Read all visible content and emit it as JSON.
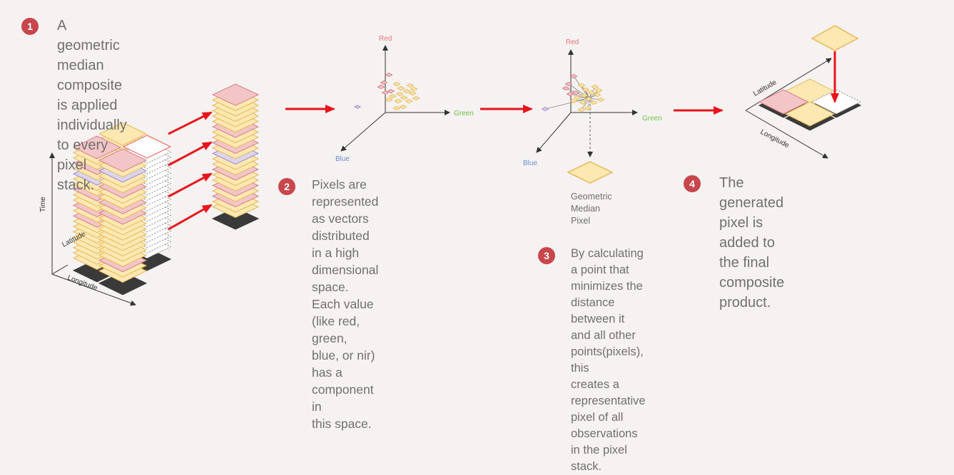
{
  "steps": [
    {
      "number": "1",
      "text": "A geometric median composite\nis applied individually to every\npixel stack."
    },
    {
      "number": "2",
      "text": "Pixels are represented as vectors\ndistributed in a high dimensional\nspace. Each value (like red, green,\nblue, or nir) has a component in\nthis space."
    },
    {
      "number": "3",
      "text": "By calculating a point that minimizes the\ndistance between it and all other points(pixels), this\ncreates a representative pixel of all observations\nin the pixel stack."
    },
    {
      "number": "4",
      "text": "The generated pixel is added to\nthe final composite product."
    }
  ],
  "stack_axes": {
    "time": "Time",
    "latitude": "Latitude",
    "longitude": "Longitude"
  },
  "plot1_axes": {
    "red": "Red",
    "green": "Green",
    "blue": "Blue"
  },
  "plot2_axes": {
    "red": "Red",
    "green": "Green",
    "blue": "Blue"
  },
  "median_pixel_label": "Geometric\nMedian\nPixel",
  "final_axes": {
    "latitude": "Latitude",
    "longitude": "Longitude"
  },
  "colors": {
    "badge": "#c8474c",
    "text": "#707070",
    "arrow": "#e8141c",
    "pixel_yellow": "#fde8b2",
    "pixel_yellow_stroke": "#e7b85a",
    "pixel_pink": "#f3c5c7",
    "pixel_pink_stroke": "#d57f86",
    "pixel_purple": "#dcd3ee",
    "pixel_purple_stroke": "#9d8cc6",
    "axis_red": "#e8767a",
    "axis_green": "#71c247",
    "axis_blue": "#6b8fd6"
  }
}
